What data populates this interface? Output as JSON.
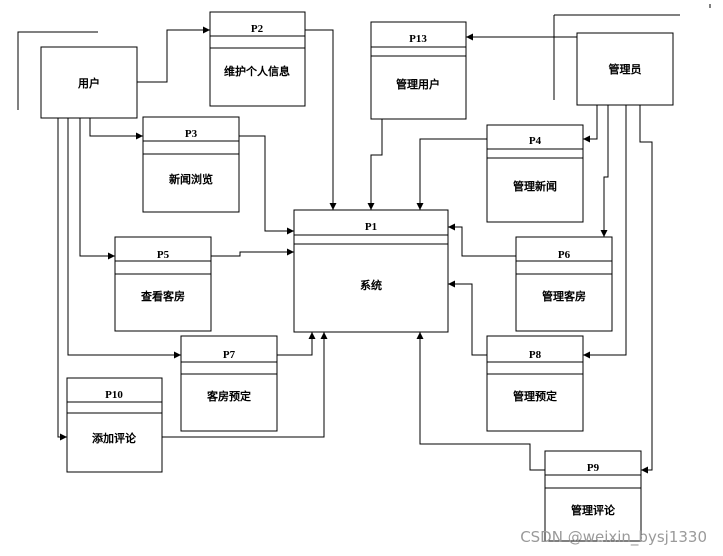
{
  "entities": {
    "user": "用户",
    "admin": "管理员"
  },
  "processes": {
    "p1": {
      "id": "P1",
      "label": "系统"
    },
    "p2": {
      "id": "P2",
      "label": "维护个人信息"
    },
    "p3": {
      "id": "P3",
      "label": "新闻浏览"
    },
    "p4": {
      "id": "P4",
      "label": "管理新闻"
    },
    "p5": {
      "id": "P5",
      "label": "查看客房"
    },
    "p6": {
      "id": "P6",
      "label": "管理客房"
    },
    "p7": {
      "id": "P7",
      "label": "客房预定"
    },
    "p8": {
      "id": "P8",
      "label": "管理预定"
    },
    "p9": {
      "id": "P9",
      "label": "管理评论"
    },
    "p10": {
      "id": "P10",
      "label": "添加评论"
    },
    "p13": {
      "id": "P13",
      "label": "管理用户"
    }
  },
  "watermark": "CSDN @weixin_bysj1330"
}
